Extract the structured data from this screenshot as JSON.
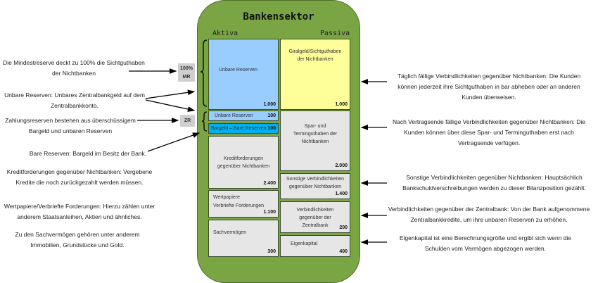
{
  "title": "Bankensektor",
  "aktiva_label": "Aktiva",
  "passiva_label": "Passiva",
  "aktiva": [
    {
      "label": "Unbare Reserven",
      "value": "1.000",
      "color": "#99ccff"
    },
    {
      "label": "Unbare Reserven",
      "value": "100",
      "color": "#99ccff"
    },
    {
      "label": "Bargeld – Bare Reserven",
      "value": "100",
      "color": "#00b0f0"
    },
    {
      "label": "Kreditforderungen gegenüber Nichtbanken",
      "value": "2.400",
      "color": "#e6e6e6"
    },
    {
      "label": "Wertpapiere",
      "label2": "Verbriefte Forderungen",
      "value": "1.100",
      "color": "#e6e6e6"
    },
    {
      "label": "Sachvermögen",
      "value": "300",
      "color": "#e6e6e6"
    }
  ],
  "passiva": [
    {
      "label": "Giralgeld/Sichtguthaben der Nichtbanken",
      "value": "1.000",
      "color": "#ffff99"
    },
    {
      "label": "Spar- und Terminguthaben der Nichtbanken",
      "value": "2.000",
      "color": "#e6e6e6"
    },
    {
      "label": "Sonstige Verbindlichkeiten gegenüber Nichtbanken",
      "value": "1.400",
      "color": "#e6e6e6"
    },
    {
      "label": "Verbindlichkeiten gegenüber der Zentralbank",
      "value": "200",
      "color": "#e6e6e6"
    },
    {
      "label": "Eigenkapital",
      "value": "400",
      "color": "#e6e6e6"
    }
  ],
  "tags": {
    "mr_1": "100%",
    "mr_2": "MR",
    "zr": "ZR"
  },
  "left_notes": [
    "Die Mindestreserve deckt zu 100% die Sichtguthaben der Nichtbanken",
    "Unbare Reserven: Unbares Zentralbankgeld auf dem Zentralbankkonto.",
    "Zahlungsreserven bestehen aus überschüssigem Bargeld und unbaren Reserven",
    "Bare Reserven: Bargeld im Besitz der Bank.",
    "Kreditforderungen gegenüber Nichtbanken: Vergebene Kredite die noch zurückgezahlt werden müssen.",
    "Wertpapiere/Verbriefte Forderungen: Hierzu zählen unter anderem Staatsanleihen, Aktien und ähnliches.",
    "Zu den Sachvermögen gehören unter anderem Immobilien, Grundstücke und Gold."
  ],
  "right_notes": [
    "Täglich fällige Verbindlichkeiten gegenüber Nichtbanken: Die Kunden können jederzeit ihre Sichtguthaben in bar abheben oder an anderen Kunden überweisen.",
    "Nach Vertragsende fällige Verbindlichkeiten gegenüber Nichtbanken: Die Kunden können über diese Spar- und Terminguthaben erst nach Vertragsende verfügen.",
    "Sonstige Verbindlichkeiten gegenüber Nichtbanken:  Hauptsächlich Bankschuldverschreibungen werden zu dieser Bilanzposition gezählt.",
    "Verbindlichkeiten gegenüber der Zentralbank: Von der Bank aufgenommene Zentralbankkredite, um ihre unbaren Reserven zu erhöhen.",
    "Eigenkapital ist eine Berechnungsgröße und ergibt sich wenn die Schulden vom Vermögen abgezogen werden."
  ]
}
